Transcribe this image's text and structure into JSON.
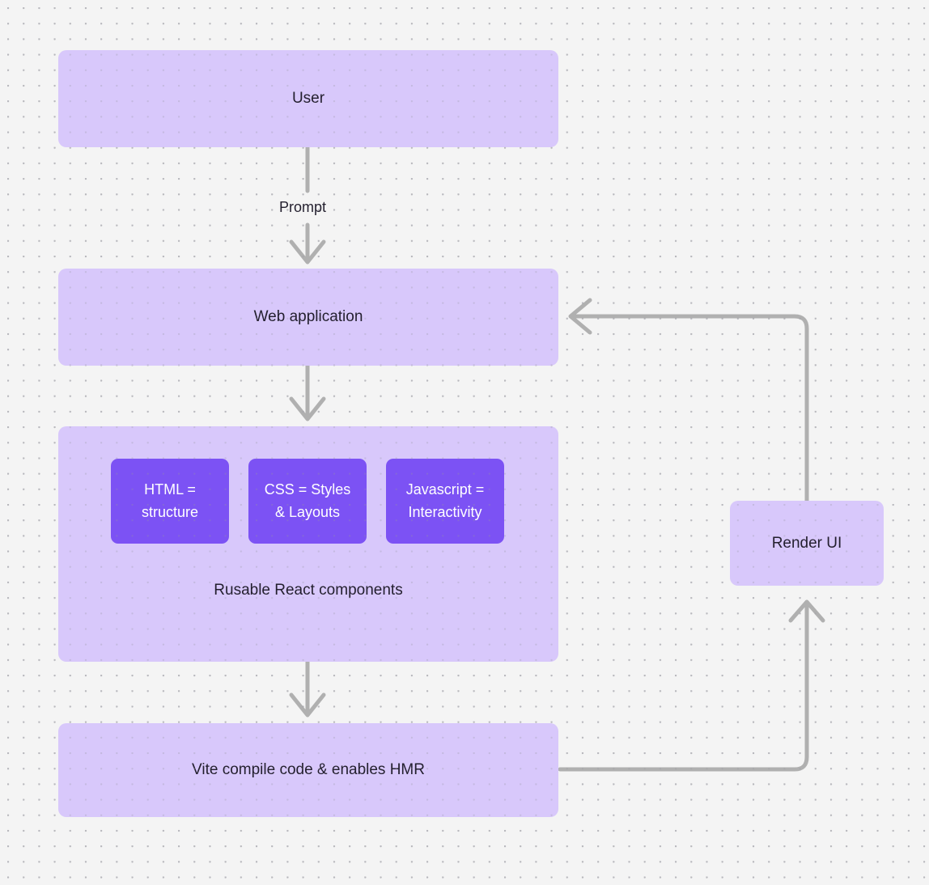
{
  "diagram": {
    "background_color": "#f4f4f4",
    "dot_grid_color": "#c6c6c9",
    "node_fill_light": "#d8c8fb",
    "node_fill_strong": "#7c52f4",
    "edge_color": "#b0b0b0",
    "nodes": {
      "user": {
        "label": "User"
      },
      "web_application": {
        "label": "Web application"
      },
      "stack": {
        "caption": "Rusable React components",
        "items": [
          {
            "label": "HTML =\nstructure",
            "line1": "HTML =",
            "line2": "structure"
          },
          {
            "label": "CSS = Styles\n& Layouts",
            "line1": "CSS = Styles",
            "line2": "& Layouts"
          },
          {
            "label": "Javascript =\nInteractivity",
            "line1": "Javascript =",
            "line2": "Interactivity"
          }
        ]
      },
      "vite": {
        "label": "Vite compile code & enables HMR"
      },
      "render_ui": {
        "label": "Render UI"
      }
    },
    "edges": [
      {
        "from": "user",
        "to": "web_application",
        "label": "Prompt",
        "arrow": "down"
      },
      {
        "from": "web_application",
        "to": "stack",
        "label": "",
        "arrow": "down"
      },
      {
        "from": "stack",
        "to": "vite",
        "label": "",
        "arrow": "down"
      },
      {
        "from": "vite",
        "to": "render_ui",
        "label": "",
        "arrow": "up"
      },
      {
        "from": "render_ui",
        "to": "web_application",
        "label": "",
        "arrow": "left"
      }
    ]
  }
}
